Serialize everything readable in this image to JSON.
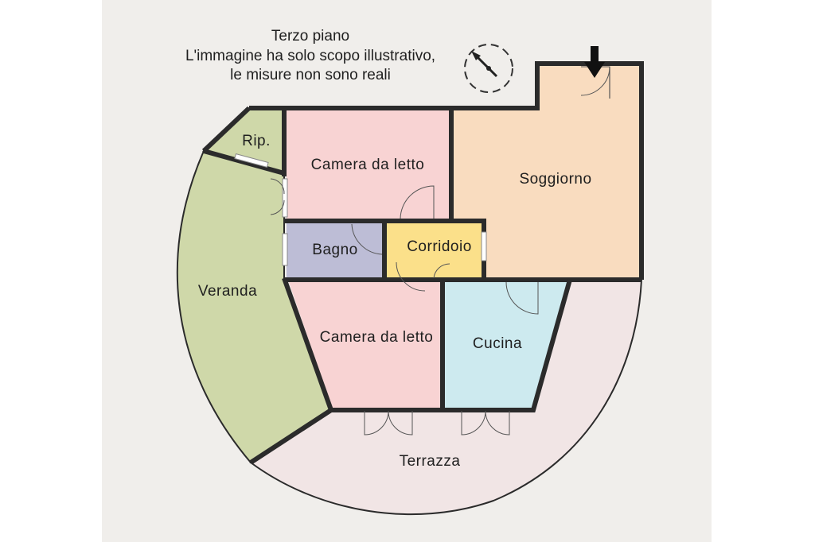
{
  "header": {
    "line1": "Terzo piano",
    "line2": "L'immagine ha solo scopo illustrativo,",
    "line3": "le misure non sono reali"
  },
  "rooms": {
    "rip": "Rip.",
    "camera1": "Camera da letto",
    "soggiorno": "Soggiorno",
    "bagno": "Bagno",
    "corridoio": "Corridoio",
    "veranda": "Veranda",
    "camera2": "Camera da letto",
    "cucina": "Cucina",
    "terrazza": "Terrazza"
  },
  "icons": {
    "compass": "compass-icon",
    "entrance": "entrance-arrow-icon"
  },
  "colors": {
    "background_panel": "#f0eeeb",
    "camera": "#f8d3d3",
    "soggiorno": "#f9dcbf",
    "bagno": "#bdbdd6",
    "corridoio": "#fbe08a",
    "veranda": "#cfd8a9",
    "rip": "#cfd8a9",
    "cucina": "#cdeaef",
    "terrazza": "#f1e5e5",
    "wall": "#2b2b2b"
  }
}
